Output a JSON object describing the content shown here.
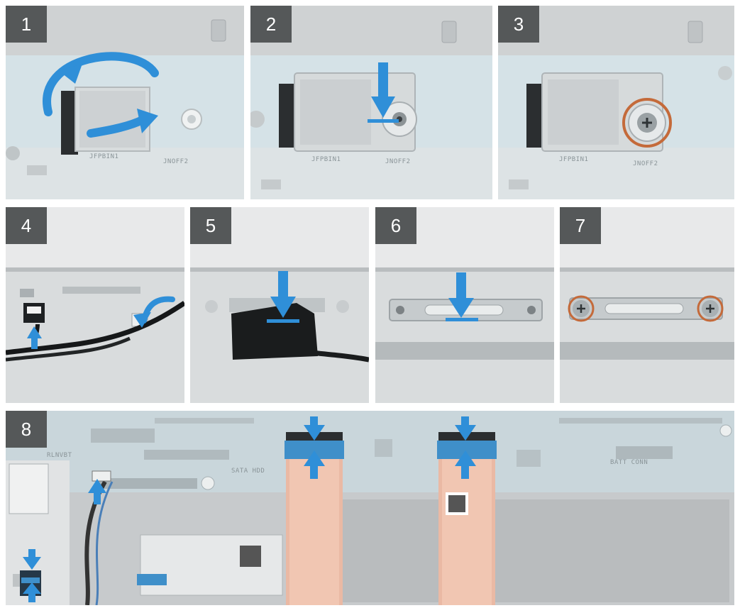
{
  "steps": [
    {
      "number": "1"
    },
    {
      "number": "2"
    },
    {
      "number": "3"
    },
    {
      "number": "4"
    },
    {
      "number": "5"
    },
    {
      "number": "6"
    },
    {
      "number": "7"
    },
    {
      "number": "8"
    }
  ],
  "board_labels": {
    "p1_jfp": "JFPBIN1",
    "p1_jmoff": "JNOFF2",
    "p2_jfp": "JFPBIN1",
    "p2_jmoff": "JNOFF2",
    "p3_jfp": "JFPBIN1",
    "p3_jmoff": "JNOFF2",
    "p8_sata": "SATA HDD",
    "p8_batt": "BATT CONN",
    "p8_rl": "RLNVBT"
  },
  "colors": {
    "arrow": "#2f8fd8",
    "screw_ring": "#c46a3a",
    "board": "#d4e1e6",
    "badge": "#555859"
  }
}
